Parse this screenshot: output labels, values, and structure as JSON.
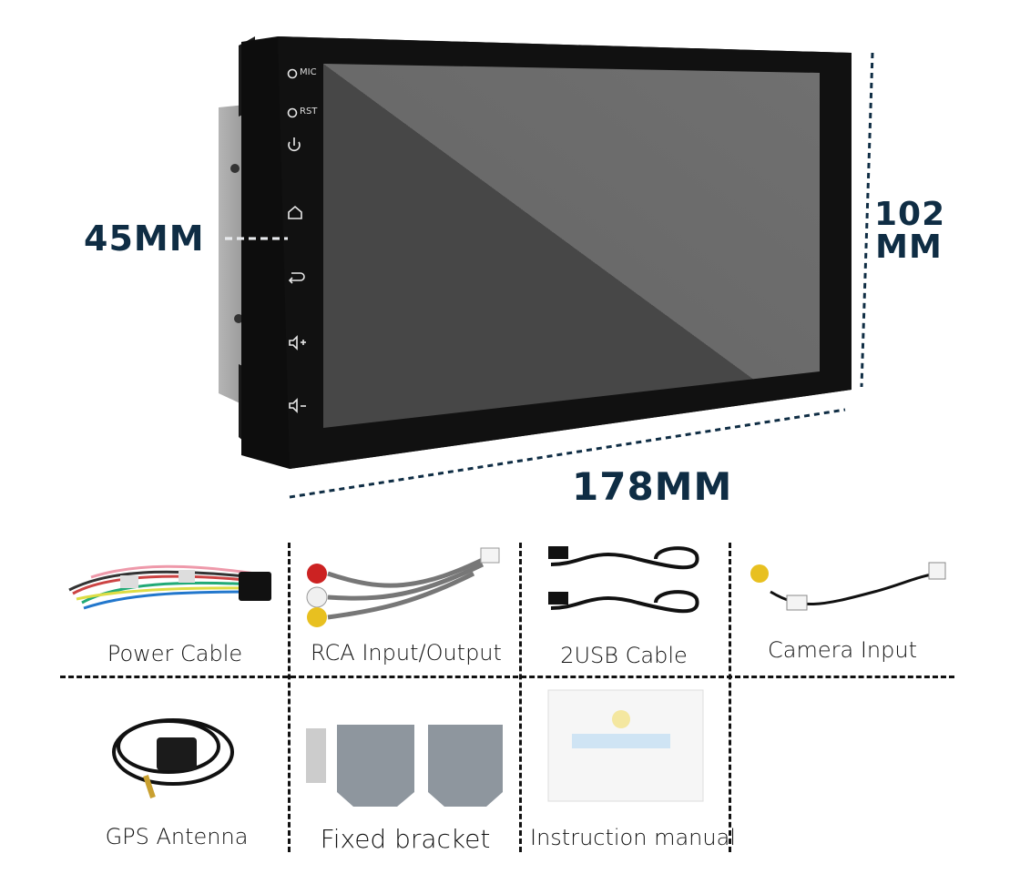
{
  "dimensions": {
    "depth": "45MM",
    "height_line1": "102",
    "height_line2": "MM",
    "width": "178MM"
  },
  "head_unit": {
    "side_buttons": [
      {
        "icon": "mic-icon",
        "label": "MIC"
      },
      {
        "icon": "reset-icon",
        "label": "RST"
      },
      {
        "icon": "power-icon",
        "label": ""
      },
      {
        "icon": "home-icon",
        "label": ""
      },
      {
        "icon": "back-icon",
        "label": ""
      },
      {
        "icon": "volume-up-icon",
        "label": ""
      },
      {
        "icon": "volume-down-icon",
        "label": ""
      }
    ]
  },
  "accessories": [
    {
      "name": "Power Cable"
    },
    {
      "name": "RCA Input/Output"
    },
    {
      "name": "2USB  Cable"
    },
    {
      "name": "Camera  Input"
    },
    {
      "name": "GPS  Antenna"
    },
    {
      "name": "Fixed  bracket"
    },
    {
      "name": "Instruction manual"
    }
  ],
  "colors": {
    "dimension_text": "#0f2d44",
    "screen": "#5e5e5e",
    "bezel": "#0d0d0d"
  }
}
